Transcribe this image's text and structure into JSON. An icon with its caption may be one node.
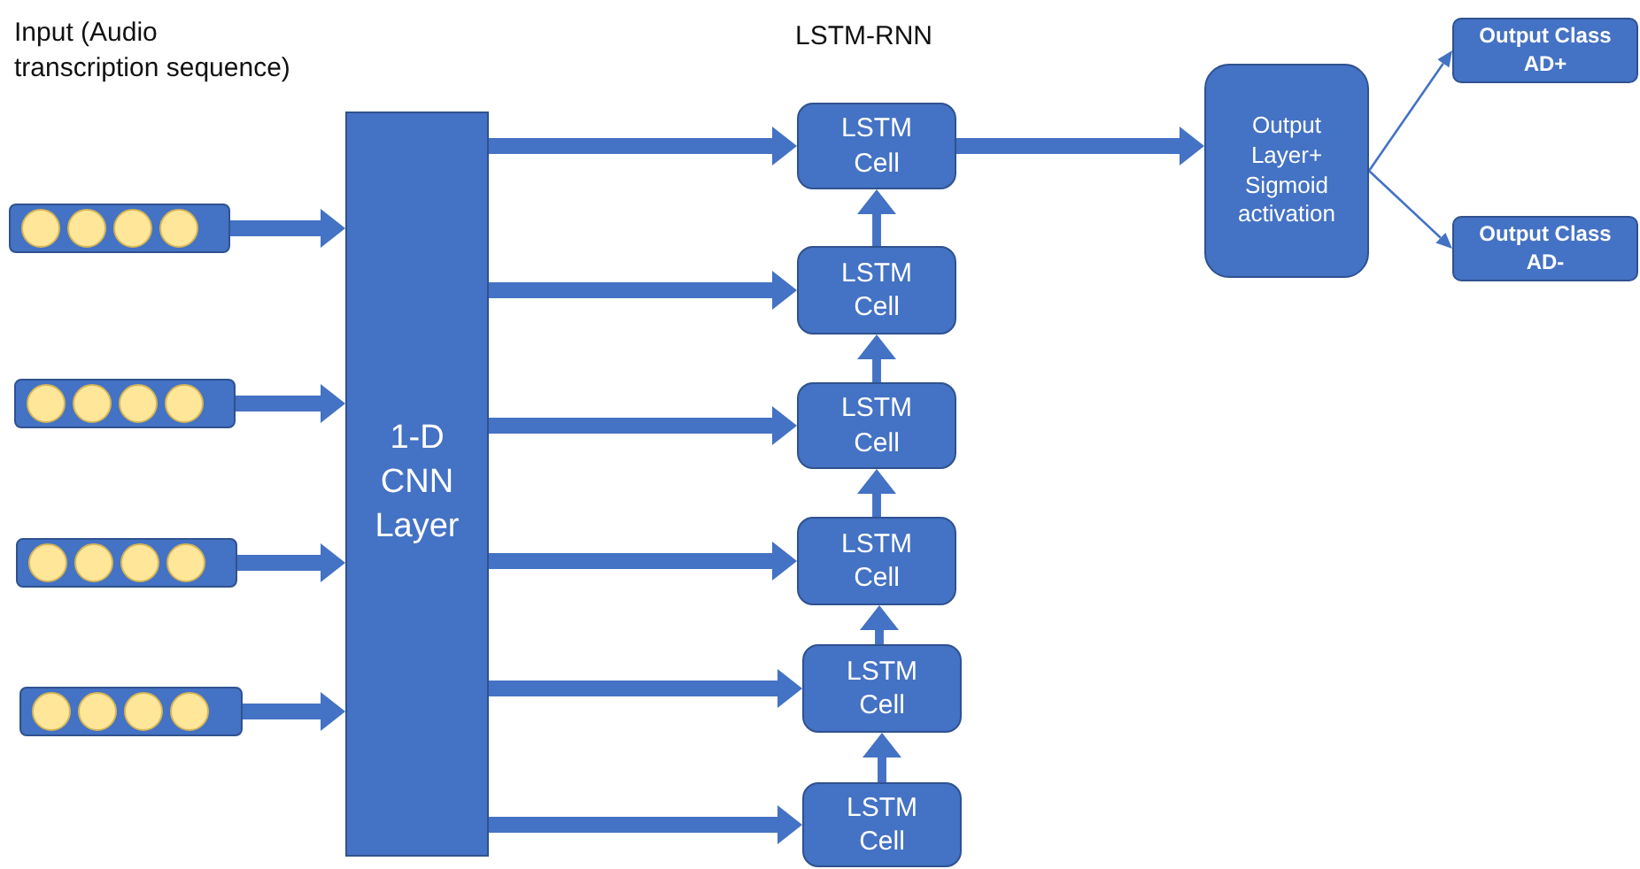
{
  "diagram": {
    "nodes": [
      {
        "text": [],
        "shape": "bar"
      },
      {
        "text": [],
        "shape": "bar"
      },
      {
        "text": [],
        "shape": "bar"
      },
      {
        "text": [],
        "shape": "bar"
      },
      {
        "text": [
          "1-D CNN Layer"
        ]
      },
      {
        "text": [
          "LSTM Cell"
        ]
      },
      {
        "text": [
          "LSTM Cell"
        ]
      },
      {
        "text": [
          "LSTM Cell"
        ]
      },
      {
        "text": [
          "LSTM Cell"
        ]
      },
      {
        "text": [
          "LSTM Cell"
        ]
      },
      {
        "text": [
          "LSTM Cell"
        ]
      },
      {
        "text": [
          "Output Layer+ Sigmoid activation"
        ]
      },
      {
        "text": [
          "Output Class AD+"
        ]
      },
      {
        "text": [
          "Output Class AD-"
        ]
      }
    ],
    "edges": [
      {
        "from": 0,
        "to": 4,
        "arrow": "to"
      },
      {
        "from": 1,
        "to": 4,
        "arrow": "to"
      },
      {
        "from": 2,
        "to": 4,
        "arrow": "to"
      },
      {
        "from": 3,
        "to": 4,
        "arrow": "to"
      },
      {
        "from": 4,
        "to": 5,
        "arrow": "to"
      },
      {
        "from": 4,
        "to": 6,
        "arrow": "to"
      },
      {
        "from": 4,
        "to": 7,
        "arrow": "to"
      },
      {
        "from": 4,
        "to": 8,
        "arrow": "to"
      },
      {
        "from": 4,
        "to": 9,
        "arrow": "to"
      },
      {
        "from": 4,
        "to": 10,
        "arrow": "to"
      },
      {
        "from": 10,
        "to": 9,
        "arrow": "to"
      },
      {
        "from": 9,
        "to": 8,
        "arrow": "to"
      },
      {
        "from": 8,
        "to": 7,
        "arrow": "to"
      },
      {
        "from": 7,
        "to": 6,
        "arrow": "to"
      },
      {
        "from": 6,
        "to": 5,
        "arrow": "to"
      },
      {
        "from": 5,
        "to": 11,
        "arrow": "to"
      },
      {
        "from": 11,
        "to": 12,
        "arrow": "to"
      },
      {
        "from": 11,
        "to": 13,
        "arrow": "to"
      }
    ],
    "labels": [
      "Input (Audio transcription sequence)",
      "LSTM-RNN"
    ]
  }
}
